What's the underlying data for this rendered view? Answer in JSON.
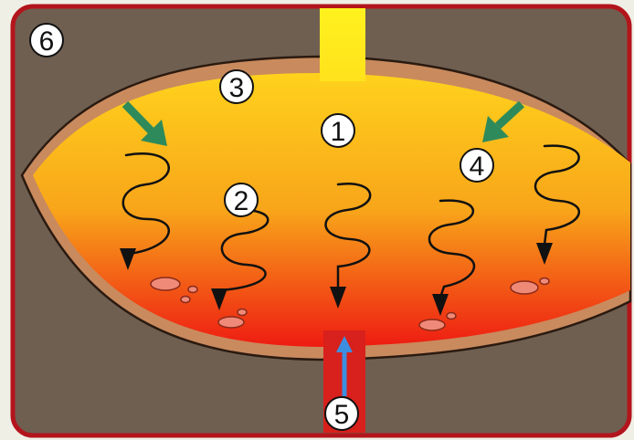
{
  "labels": {
    "l1": "1",
    "l2": "2",
    "l3": "3",
    "l4": "4",
    "l5": "5",
    "l6": "6"
  },
  "colors": {
    "panel_border": "#b3151c",
    "background": "#6f5f51",
    "rim": "#c98a5e",
    "chamber_top": "#ffd21c",
    "chamber_bottom": "#ee1c12",
    "upper_conduit": "#fff21e",
    "lower_conduit": "#d8201c",
    "blue_arrow": "#3c8ee0",
    "green_arrow": "#2e8a5a",
    "blob": "#f08a78"
  }
}
